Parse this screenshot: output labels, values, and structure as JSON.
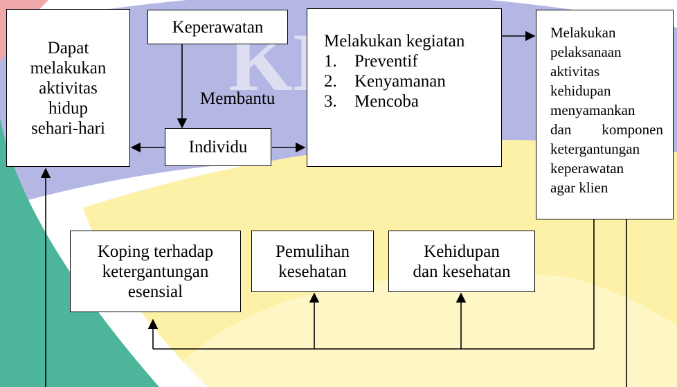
{
  "watermark": {
    "text": "KE",
    "colors": {
      "green": "#4cb59a",
      "yellow": "#fdf1a7",
      "violet": "#b4b7e3",
      "red": "#f0a8a8"
    }
  },
  "boxes": {
    "dapat": {
      "lines": [
        "Dapat",
        "melakukan",
        "aktivitas",
        "hidup",
        "sehari-hari"
      ]
    },
    "keperawatan": {
      "text": "Keperawatan"
    },
    "membantu": {
      "text": "Membantu"
    },
    "individu": {
      "text": "Individu"
    },
    "kegiatan": {
      "title": "Melakukan kegiatan",
      "items": [
        {
          "num": "1.",
          "text": "Preventif"
        },
        {
          "num": "2.",
          "text": "Kenyamanan"
        },
        {
          "num": "3.",
          "text": "Mencoba"
        }
      ]
    },
    "pelaksanaan": {
      "lines": [
        "Melakukan",
        "pelaksanaan",
        "aktivitas",
        "kehidupan",
        "menyamankan"
      ],
      "justified_line": [
        "dan",
        "komponen"
      ],
      "lines_after": [
        "ketergantungan",
        "keperawatan",
        "agar klien"
      ]
    },
    "koping": {
      "lines": [
        "Koping terhadap",
        "ketergantungan",
        "esensial"
      ]
    },
    "pemulihan": {
      "lines": [
        "Pemulihan",
        "kesehatan"
      ]
    },
    "kehidupan": {
      "lines": [
        "Kehidupan",
        "dan kesehatan"
      ]
    }
  }
}
